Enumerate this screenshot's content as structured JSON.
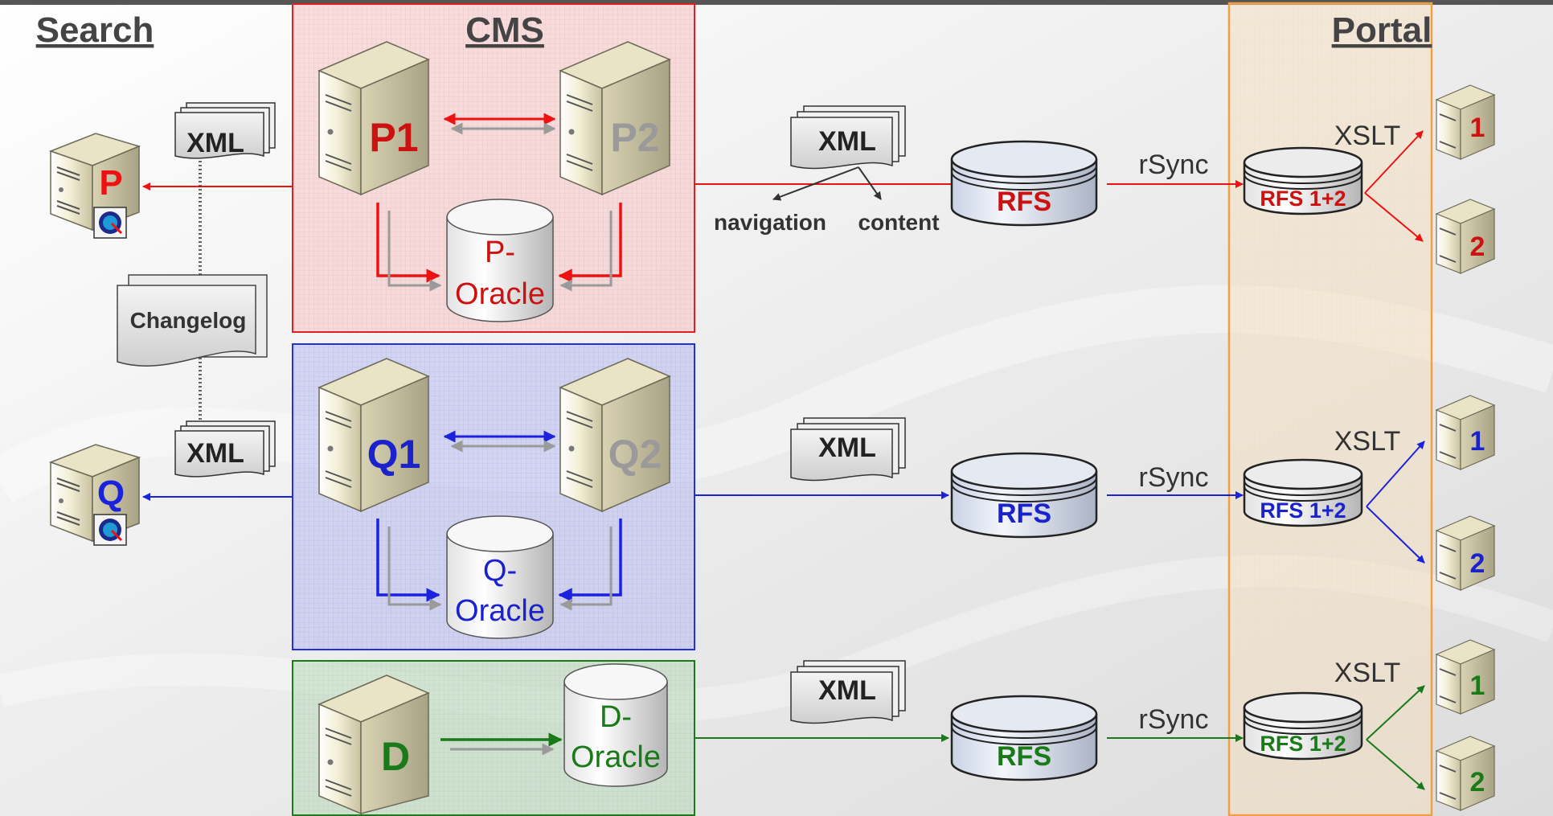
{
  "headings": {
    "search": "Search",
    "cms": "CMS",
    "portal": "Portal"
  },
  "colors": {
    "p": "#ee1111",
    "q": "#1a22dd",
    "d": "#1a7a1a",
    "grey": "#9a9a9a",
    "portal_border": "#f0a040"
  },
  "search": {
    "servers": [
      {
        "label": "P",
        "icon": "search-globe-icon"
      },
      {
        "label": "Q",
        "icon": "search-globe-icon"
      }
    ],
    "xml_docs": [
      "XML",
      "XML"
    ],
    "changelog": "Changelog"
  },
  "cms": {
    "p": {
      "primary": "P1",
      "secondary": "P2",
      "db_line1": "P-",
      "db_line2": "Oracle"
    },
    "q": {
      "primary": "Q1",
      "secondary": "Q2",
      "db_line1": "Q-",
      "db_line2": "Oracle"
    },
    "d": {
      "primary": "D",
      "db_line1": "D-",
      "db_line2": "Oracle"
    }
  },
  "middle": {
    "xml": "XML",
    "navigation": "navigation",
    "content": "content",
    "rfs": "RFS",
    "rsync": "rSync"
  },
  "portal": {
    "rfs_cluster": "RFS 1+2",
    "xslt": "XSLT",
    "server1": "1",
    "server2": "2"
  }
}
